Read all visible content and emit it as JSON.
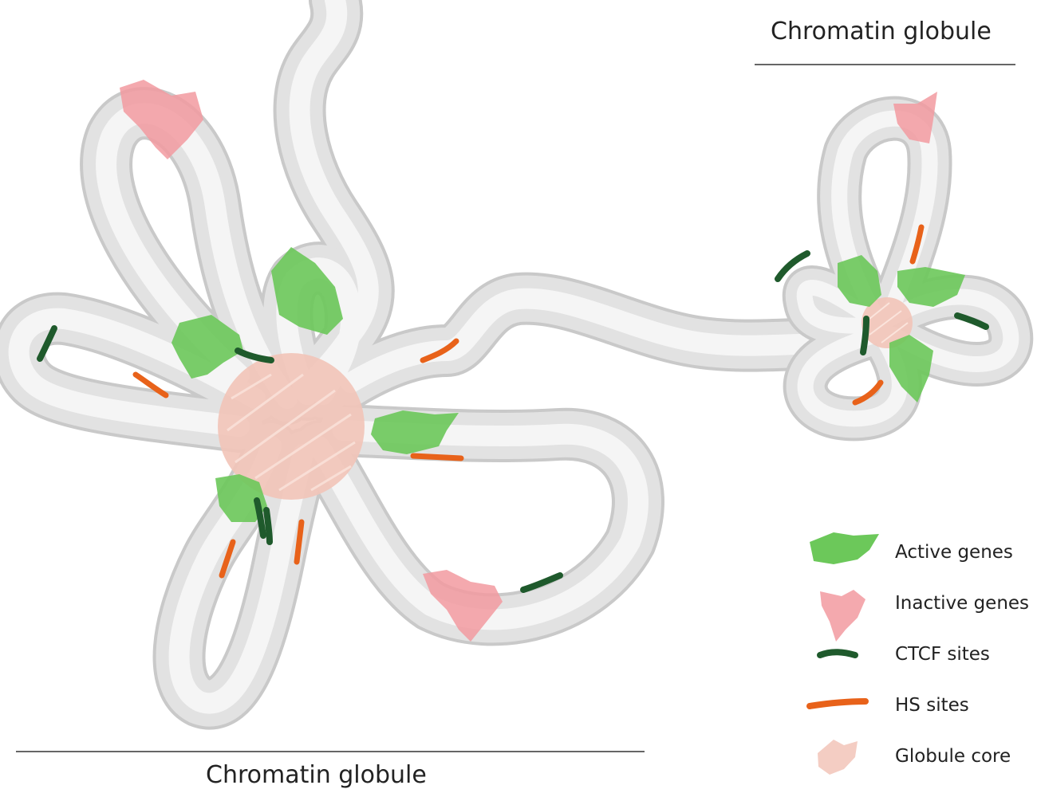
{
  "captions": {
    "left_globule": "Chromatin globule",
    "right_globule": "Chromatin globule"
  },
  "legend": {
    "items": [
      {
        "label": "Active genes",
        "icon": "active-gene-icon",
        "color": "#6cc85a"
      },
      {
        "label": "Inactive genes",
        "icon": "inactive-gene-icon",
        "color": "#f29aa0"
      },
      {
        "label": "CTCF sites",
        "icon": "ctcf-site-icon",
        "color": "#1f5a2c"
      },
      {
        "label": "HS sites",
        "icon": "hs-site-icon",
        "color": "#e8621a"
      },
      {
        "label": "Globule core",
        "icon": "globule-core-icon",
        "color": "#f2c4b8"
      }
    ]
  },
  "colors": {
    "fiber": "#dedede",
    "fiber_highlight": "#f4f4f4",
    "fiber_edge": "#c8c8c8",
    "active": "#6cc85a",
    "inactive": "#f29aa0",
    "ctcf": "#1f5a2c",
    "hs": "#e8621a",
    "core": "#f2c4b8"
  }
}
